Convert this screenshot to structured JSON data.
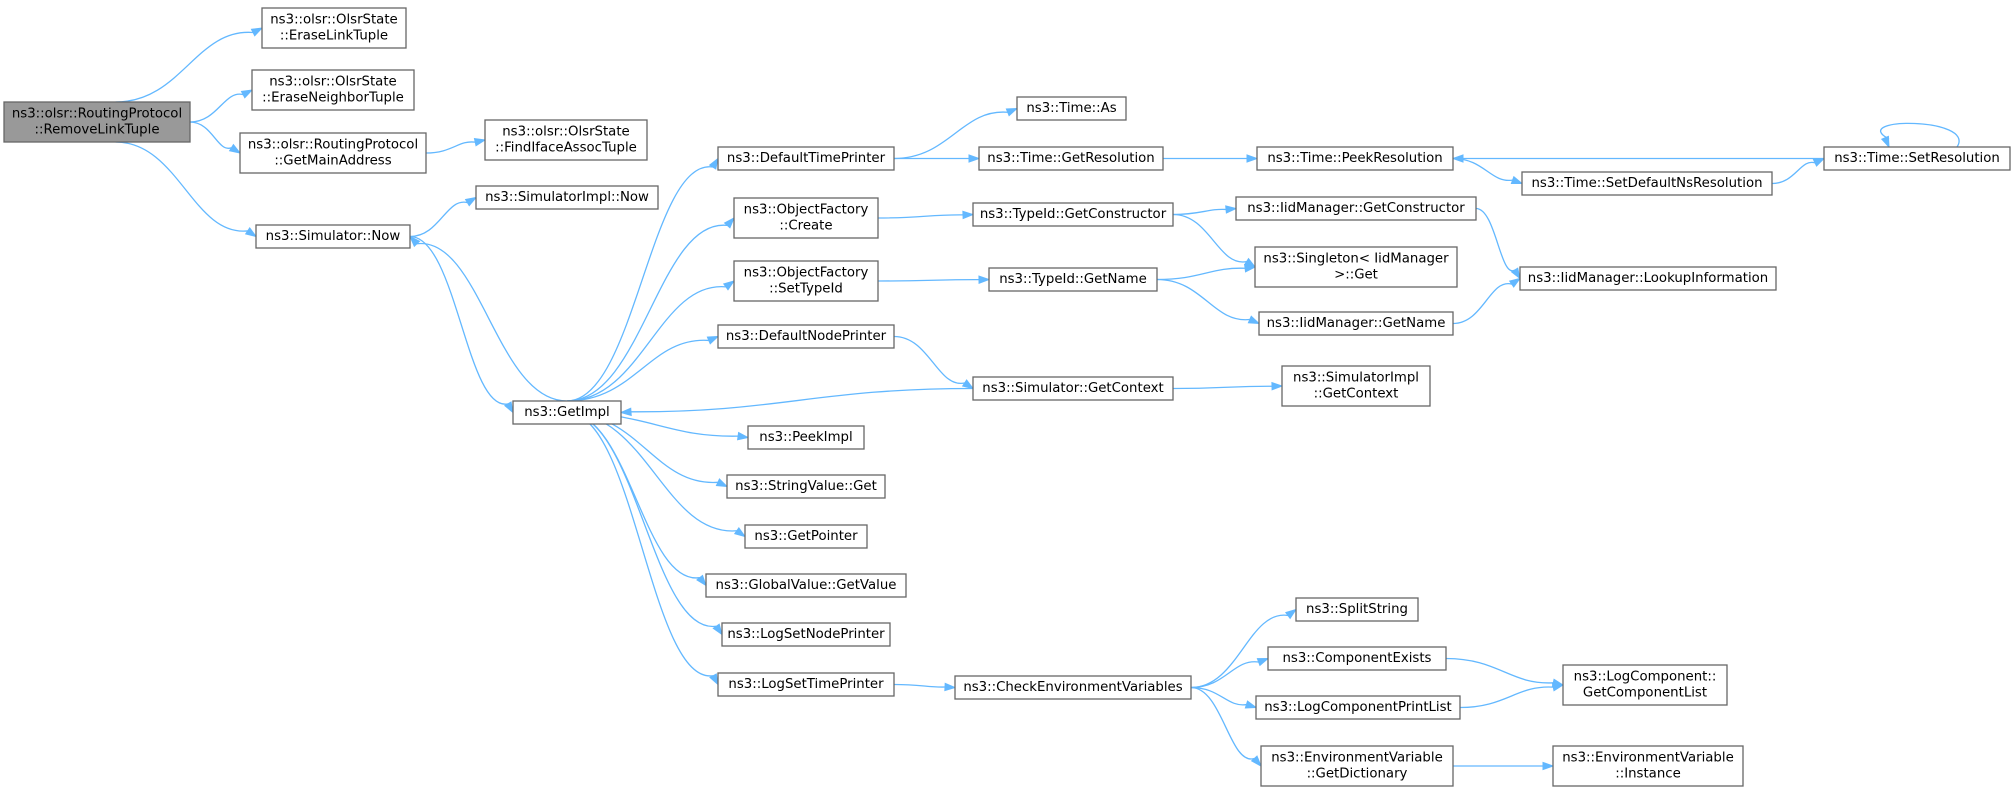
{
  "graph": {
    "colors": {
      "edge": "#63b8ff",
      "node_border": "#666666",
      "root_fill": "#999999",
      "node_fill": "#ffffff"
    },
    "nodes": [
      {
        "id": "n0",
        "lines": [
          "ns3::olsr::RoutingProtocol",
          "::RemoveLinkTuple"
        ],
        "root": true
      },
      {
        "id": "n1",
        "lines": [
          "ns3::olsr::OlsrState",
          "::EraseLinkTuple"
        ]
      },
      {
        "id": "n2",
        "lines": [
          "ns3::olsr::OlsrState",
          "::EraseNeighborTuple"
        ]
      },
      {
        "id": "n3",
        "lines": [
          "ns3::olsr::RoutingProtocol",
          "::GetMainAddress"
        ]
      },
      {
        "id": "n4",
        "lines": [
          "ns3::olsr::OlsrState",
          "::FindIfaceAssocTuple"
        ]
      },
      {
        "id": "n5",
        "lines": [
          "ns3::Simulator::Now"
        ]
      },
      {
        "id": "n6",
        "lines": [
          "ns3::SimulatorImpl::Now"
        ]
      },
      {
        "id": "n7",
        "lines": [
          "ns3::GetImpl"
        ]
      },
      {
        "id": "n8",
        "lines": [
          "ns3::DefaultTimePrinter"
        ]
      },
      {
        "id": "n9",
        "lines": [
          "ns3::ObjectFactory",
          "::Create"
        ]
      },
      {
        "id": "n10",
        "lines": [
          "ns3::ObjectFactory",
          "::SetTypeId"
        ]
      },
      {
        "id": "n11",
        "lines": [
          "ns3::DefaultNodePrinter"
        ]
      },
      {
        "id": "n12",
        "lines": [
          "ns3::PeekImpl"
        ]
      },
      {
        "id": "n13",
        "lines": [
          "ns3::StringValue::Get"
        ]
      },
      {
        "id": "n14",
        "lines": [
          "ns3::GetPointer"
        ]
      },
      {
        "id": "n15",
        "lines": [
          "ns3::GlobalValue::GetValue"
        ]
      },
      {
        "id": "n16",
        "lines": [
          "ns3::LogSetNodePrinter"
        ]
      },
      {
        "id": "n17",
        "lines": [
          "ns3::LogSetTimePrinter"
        ]
      },
      {
        "id": "n18",
        "lines": [
          "ns3::Time::As"
        ]
      },
      {
        "id": "n19",
        "lines": [
          "ns3::Time::GetResolution"
        ]
      },
      {
        "id": "n20",
        "lines": [
          "ns3::TypeId::GetConstructor"
        ]
      },
      {
        "id": "n21",
        "lines": [
          "ns3::TypeId::GetName"
        ]
      },
      {
        "id": "n22",
        "lines": [
          "ns3::Simulator::GetContext"
        ]
      },
      {
        "id": "n23",
        "lines": [
          "ns3::CheckEnvironmentVariables"
        ]
      },
      {
        "id": "n24",
        "lines": [
          "ns3::Time::PeekResolution"
        ]
      },
      {
        "id": "n25",
        "lines": [
          "ns3::IidManager::GetConstructor"
        ]
      },
      {
        "id": "n26",
        "lines": [
          "ns3::Singleton< IidManager",
          " >::Get"
        ]
      },
      {
        "id": "n27",
        "lines": [
          "ns3::IidManager::GetName"
        ]
      },
      {
        "id": "n28",
        "lines": [
          "ns3::SimulatorImpl",
          "::GetContext"
        ]
      },
      {
        "id": "n29",
        "lines": [
          "ns3::SplitString"
        ]
      },
      {
        "id": "n30",
        "lines": [
          "ns3::ComponentExists"
        ]
      },
      {
        "id": "n31",
        "lines": [
          "ns3::LogComponentPrintList"
        ]
      },
      {
        "id": "n32",
        "lines": [
          "ns3::EnvironmentVariable",
          "::GetDictionary"
        ]
      },
      {
        "id": "n33",
        "lines": [
          "ns3::Time::SetDefaultNsResolution"
        ]
      },
      {
        "id": "n34",
        "lines": [
          "ns3::Time::SetResolution"
        ]
      },
      {
        "id": "n35",
        "lines": [
          "ns3::IidManager::LookupInformation"
        ]
      },
      {
        "id": "n36",
        "lines": [
          "ns3::LogComponent::",
          "GetComponentList"
        ]
      },
      {
        "id": "n37",
        "lines": [
          "ns3::EnvironmentVariable",
          "::Instance"
        ]
      }
    ],
    "edges": [
      [
        "n0",
        "n1"
      ],
      [
        "n0",
        "n2"
      ],
      [
        "n0",
        "n3"
      ],
      [
        "n0",
        "n5"
      ],
      [
        "n3",
        "n4"
      ],
      [
        "n5",
        "n6"
      ],
      [
        "n5",
        "n7"
      ],
      [
        "n7",
        "n5"
      ],
      [
        "n7",
        "n8"
      ],
      [
        "n7",
        "n9"
      ],
      [
        "n7",
        "n10"
      ],
      [
        "n7",
        "n11"
      ],
      [
        "n7",
        "n12"
      ],
      [
        "n7",
        "n13"
      ],
      [
        "n7",
        "n14"
      ],
      [
        "n7",
        "n15"
      ],
      [
        "n7",
        "n16"
      ],
      [
        "n7",
        "n17"
      ],
      [
        "n8",
        "n18"
      ],
      [
        "n8",
        "n19"
      ],
      [
        "n9",
        "n20"
      ],
      [
        "n10",
        "n21"
      ],
      [
        "n11",
        "n22"
      ],
      [
        "n22",
        "n7"
      ],
      [
        "n22",
        "n28"
      ],
      [
        "n17",
        "n23"
      ],
      [
        "n19",
        "n24"
      ],
      [
        "n24",
        "n33"
      ],
      [
        "n33",
        "n34"
      ],
      [
        "n34",
        "n24"
      ],
      [
        "n34",
        "n34"
      ],
      [
        "n20",
        "n25"
      ],
      [
        "n20",
        "n26"
      ],
      [
        "n21",
        "n26"
      ],
      [
        "n21",
        "n27"
      ],
      [
        "n25",
        "n35"
      ],
      [
        "n27",
        "n35"
      ],
      [
        "n23",
        "n29"
      ],
      [
        "n23",
        "n30"
      ],
      [
        "n23",
        "n31"
      ],
      [
        "n23",
        "n32"
      ],
      [
        "n30",
        "n36"
      ],
      [
        "n31",
        "n36"
      ],
      [
        "n32",
        "n37"
      ]
    ]
  }
}
